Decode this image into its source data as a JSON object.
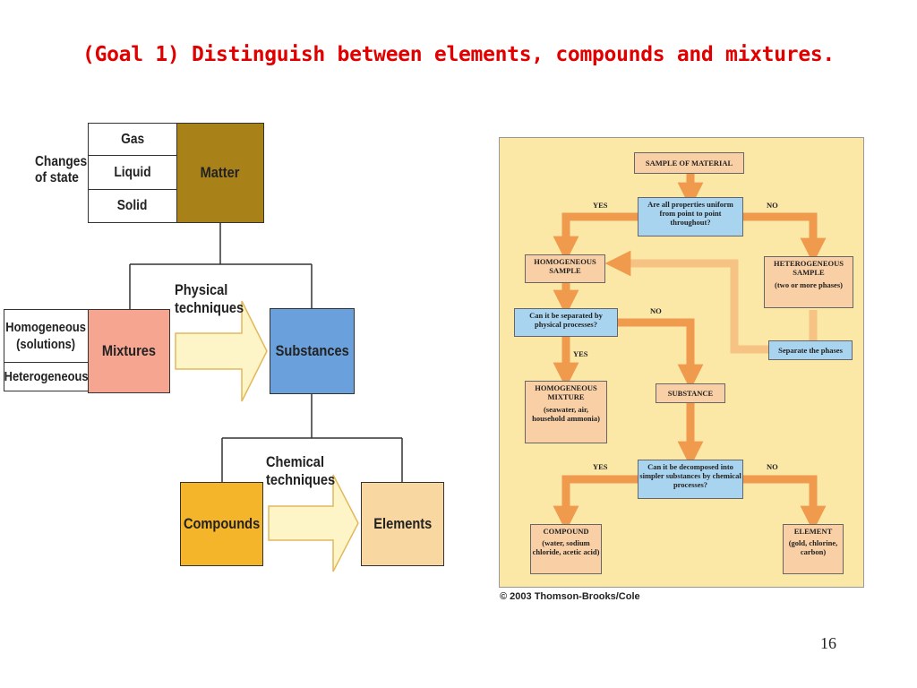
{
  "title": "(Goal 1) Distinguish between elements, compounds and mixtures.",
  "left_diagram": {
    "changes_of_state": "Changes of state",
    "states": [
      "Gas",
      "Liquid",
      "Solid"
    ],
    "matter": "Matter",
    "physical_techniques": "Physical techniques",
    "mixtures": "Mixtures",
    "substances": "Substances",
    "homogeneous": "Homogeneous (solutions)",
    "heterogeneous": "Heterogeneous",
    "chemical_techniques": "Chemical techniques",
    "compounds": "Compounds",
    "elements": "Elements"
  },
  "flowchart": {
    "sample": "SAMPLE OF MATERIAL",
    "q_uniform": "Are all properties uniform from point to point throughout?",
    "yes": "YES",
    "no": "NO",
    "homogeneous_sample": "HOMOGENEOUS SAMPLE",
    "heterogeneous_sample": "HETEROGENEOUS SAMPLE",
    "heterogeneous_sub": "(two or more phases)",
    "q_separated": "Can it be separated by physical processes?",
    "separate_phases": "Separate the phases",
    "homogeneous_mixture": "HOMOGENEOUS MIXTURE",
    "homogeneous_mixture_sub": "(seawater, air, household ammonia)",
    "substance": "SUBSTANCE",
    "q_decomposed": "Can it be decomposed into simpler substances by chemical processes?",
    "compound": "COMPOUND",
    "compound_sub": "(water, sodium chloride, acetic acid)",
    "element": "ELEMENT",
    "element_sub": "(gold, chlorine, carbon)",
    "credit": "© 2003 Thomson-Brooks/Cole"
  },
  "slide_number": "16",
  "colors": {
    "title": "#e00000",
    "matter": "#a88218",
    "mixtures": "#f5a590",
    "substances": "#6aa0dc",
    "compounds": "#f5b52a",
    "elements": "#f9d7a0",
    "flow_bg": "#fbe7a6",
    "flow_box": "#f9cfa5",
    "flow_question": "#a8d4ef",
    "flow_arrow": "#ef9a4c"
  }
}
